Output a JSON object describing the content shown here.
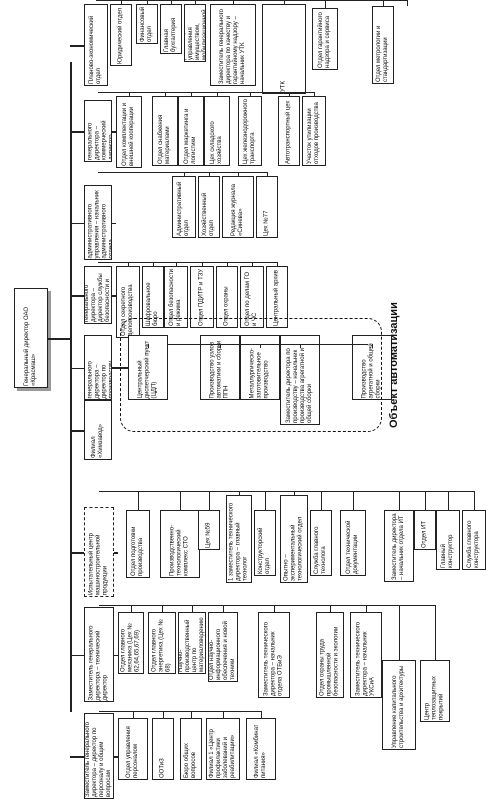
{
  "root": "Генеральный директор ОАО «Красмаш»",
  "groups": [
    {
      "head": "Планово-экономический отдел",
      "children": [
        "Юридический отдел",
        "Финансовый отдел",
        "Главная бухгалтерия",
        "Управление корпоративного развития, управления имуществом, мобилизационной работы и мощностей",
        "Заместитель генерального директора по качеству и гарантийному надзору – начальник УТК",
        "УТК",
        "Отдел гарантийного надзора и сервиса",
        "Отдел метрологии и стандартизации"
      ]
    },
    {
      "head": "Заместитель генерального директора – коммерческий директор",
      "children": [
        "Отдел комплектации и внешней кооперации",
        "Отдел снабжения материалами",
        "Отдел маркетинга и логистики",
        "Цех складского хозяйства",
        "Цех железнодорожного транспорта",
        "Автотранспортный цех",
        "Участок утилизации отходов производства"
      ]
    },
    {
      "head": "Начальник административного управления – начальник административного отдела",
      "children": [
        "Административный отдел",
        "Хозяйственный отдел",
        "Редакция журнала «Синева»",
        "Цех №77"
      ]
    },
    {
      "head": "Заместитель генерального директора – директор службы безопасности и режима",
      "children": [
        "Отдел секретного делопроизводства",
        "Шифровальное бюро",
        "Отдел безопасности и режима",
        "Отдел ПДИТР и ТЗУ",
        "Отдел охраны",
        "Отдел по делам ГО и ЧС",
        "Центральный архив"
      ]
    },
    {
      "head": "1 заместитель генерального директора – директор по производству",
      "children": [
        "Центральный диспетчерский пункт (ЦДП)",
        "Производство узлов автоматики и сборки ППН",
        "Металлургическо-заготовительное производство",
        "Заместитель директора по производству – начальник производства агрегатной и общей сборки",
        "Производство агрегатной и общей сборки"
      ]
    },
    {
      "head": "Филиал «Химзавод»",
      "children": []
    },
    {
      "head": "Испытательный центр машиностроительной продукции",
      "children": [
        "Отдел подготовки производства",
        "Производственно-технологический комплекс СТО",
        "Цех №59",
        "1 заместитель технического директора – главный технолог",
        "Конструкторский отдел",
        "Опытно – экспериментальный технологический отдел",
        "Служба главного технолога",
        "Отдел технической документации",
        "Заместитель директора – начальник отдела ИТ",
        "Отдел ИТ",
        "Главный конструктор",
        "Служба главного конструктора"
      ]
    },
    {
      "head": "Заместитель генерального директора – технический директор",
      "children": [
        "Отдел главного механика (Цех № 62,64,65,67,69)",
        "Отдел главного энергетика (Цех № 68)",
        "Научно-производственный центр по материаловедению",
        "Отдел научно-информационного обеспечения и новой техники",
        "Заместитель технического директора – начальник отдела ОТБиЭ",
        "Отдел охраны труда промышленной безопасности и экологии",
        "Заместитель технического директора – начальник УКСиА",
        "Управление капитального строительства и архитектуры",
        "Центр теплозащитных покрытий"
      ]
    },
    {
      "head": "Заместитель генерального директора – директор по персоналу и общим вопросам",
      "children": [
        "Отдел управления персоналом",
        "ООТиЗ",
        "Бюро общих вопросов",
        "Филиал 1 «Центр профилактики заболеваний и реабилитации»",
        "Филиал «Комбинат питания»"
      ]
    }
  ],
  "automation_zone_label": "Объект автоматизации"
}
